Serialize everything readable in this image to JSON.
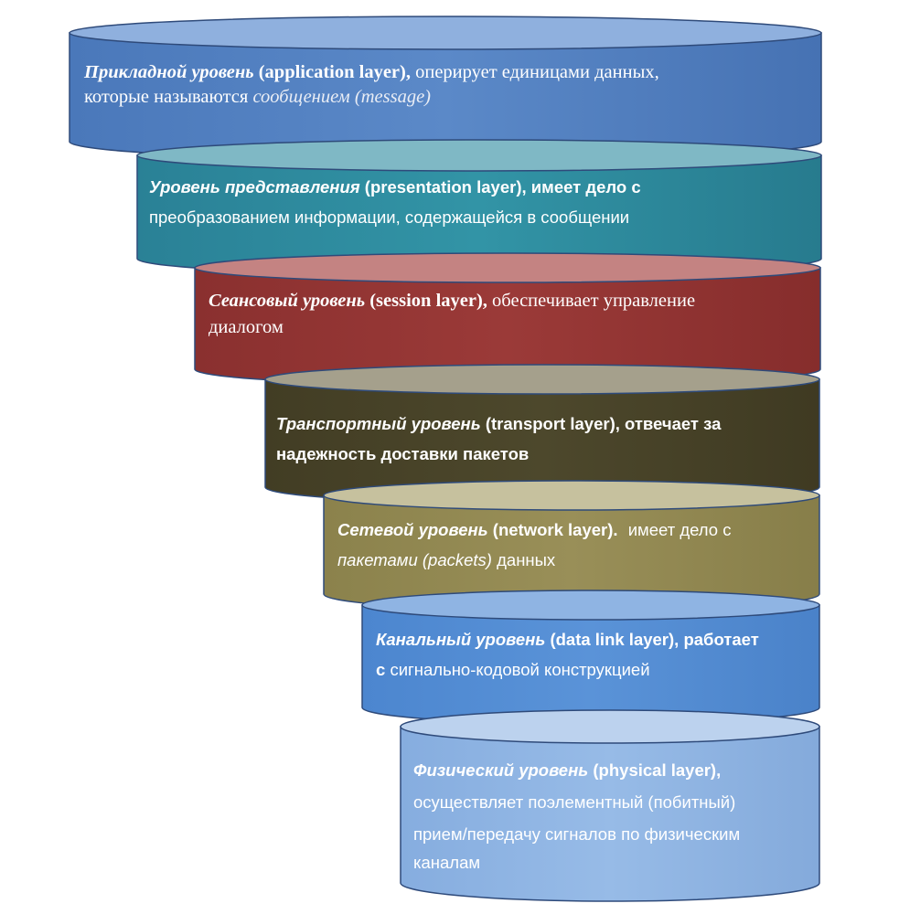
{
  "colors": {
    "application": "#5583c4",
    "presentation": "#2f8c9e",
    "session": "#953735",
    "transport": "#4a452a",
    "network": "#948a54",
    "datalink": "#558ed5",
    "physical": "#8eb4e3",
    "outline": "#2e4a7a"
  },
  "layers": {
    "application": {
      "name": "Прикладной уровень",
      "en": "(application layer),",
      "desc1": "оперирует единицами данных,",
      "desc2": "которые называются",
      "term": "сообщением (message)"
    },
    "presentation": {
      "name": "Уровень представления",
      "en": "(presentation layer), имеет дело с",
      "desc": "преобразованием информации, содержащейся в сообщении"
    },
    "session": {
      "name": "Сеансовый уровень",
      "en": "(session layer),",
      "desc1": "обеспечивает управление",
      "desc2": "диалогом"
    },
    "transport": {
      "name": "Транспортный уровень",
      "en": "(transport layer), отвечает за",
      "desc": "надежность доставки пакетов"
    },
    "network": {
      "name": "Сетевой уровень",
      "en": "(network layer).",
      "desc1": "имеет дело  с",
      "term": "пакетами (packets)",
      "desc2": "данных"
    },
    "datalink": {
      "name": "Канальный уровень",
      "en": "(data link layer), работает",
      "lead": "с",
      "desc": "сигнально-кодовой конструкцией"
    },
    "physical": {
      "name": "Физический уровень",
      "en": "(physical layer),",
      "desc1": "осуществляет поэлементный (побитный)",
      "desc2": "прием/передачу сигналов по физическим",
      "desc3": "каналам"
    }
  }
}
